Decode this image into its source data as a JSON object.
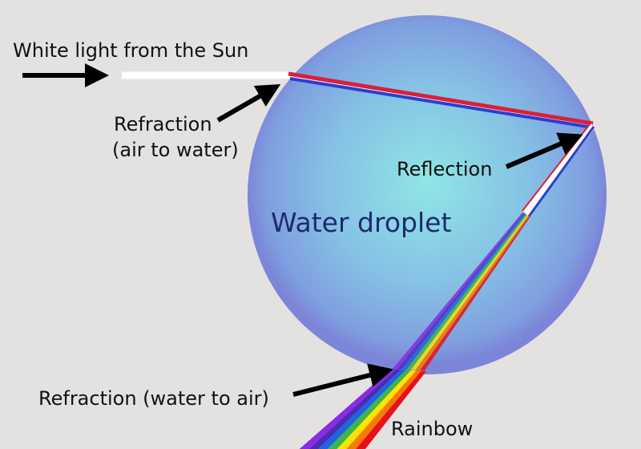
{
  "labels": {
    "sunlight": "White light from the Sun",
    "refraction_in_line1": "Refraction",
    "refraction_in_line2": "(air to water)",
    "reflection": "Reflection",
    "droplet": "Water droplet",
    "refraction_out": "Refraction (water to air)",
    "rainbow": "Rainbow"
  },
  "colors": {
    "background": "#e3e2e1",
    "droplet_center": "#8fe6e6",
    "droplet_edge": "#7f93de",
    "white_light": "#ffffff",
    "arrow": "#000000",
    "droplet_text": "#1f2a6b",
    "spectrum": [
      "#e8101a",
      "#f57c00",
      "#ffe400",
      "#3cb54a",
      "#1c64e0",
      "#4b2bb8",
      "#8a2be2"
    ]
  }
}
